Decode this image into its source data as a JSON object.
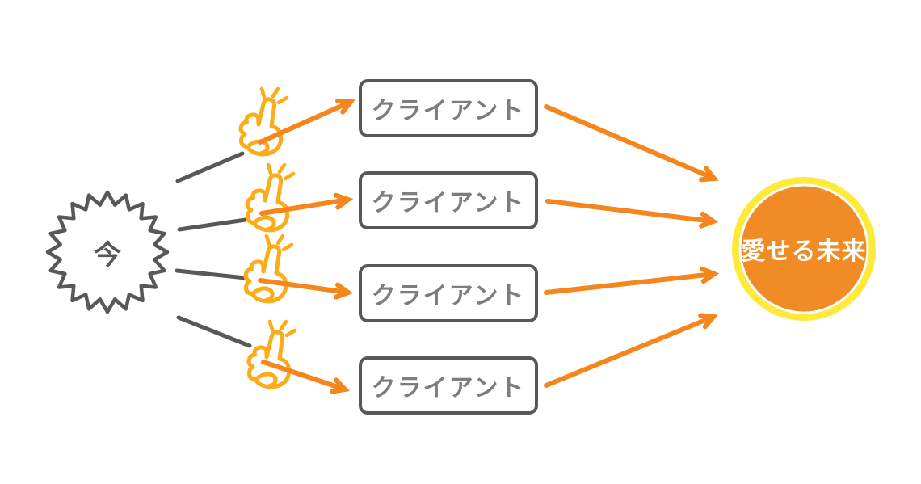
{
  "diagram": {
    "now_node": {
      "label": "今",
      "shape": "starburst"
    },
    "client_nodes": [
      {
        "label": "クライアント"
      },
      {
        "label": "クライアント"
      },
      {
        "label": "クライアント"
      },
      {
        "label": "クライアント"
      }
    ],
    "future_node": {
      "label": "愛せる未来",
      "shape": "circle"
    },
    "icons": [
      {
        "name": "pointing-finger-icon",
        "glyph": "☝",
        "count": 4
      },
      {
        "name": "sparkle-icon",
        "glyph": "✦",
        "count": 4
      },
      {
        "name": "arrow-right-icon",
        "glyph": "→",
        "count": 8
      }
    ],
    "flow": "now → clients (via pointing finger) → future",
    "colors": {
      "line_gray": "#595757",
      "client_text_gray": "#7d7d7d",
      "arrow_orange": "#f5861e",
      "hand_yellow": "#fbac18",
      "future_fill_orange": "#f08b25",
      "future_ring_yellow": "#ffe93a",
      "future_text_white": "#ffffff",
      "background": "#ffffff"
    }
  }
}
